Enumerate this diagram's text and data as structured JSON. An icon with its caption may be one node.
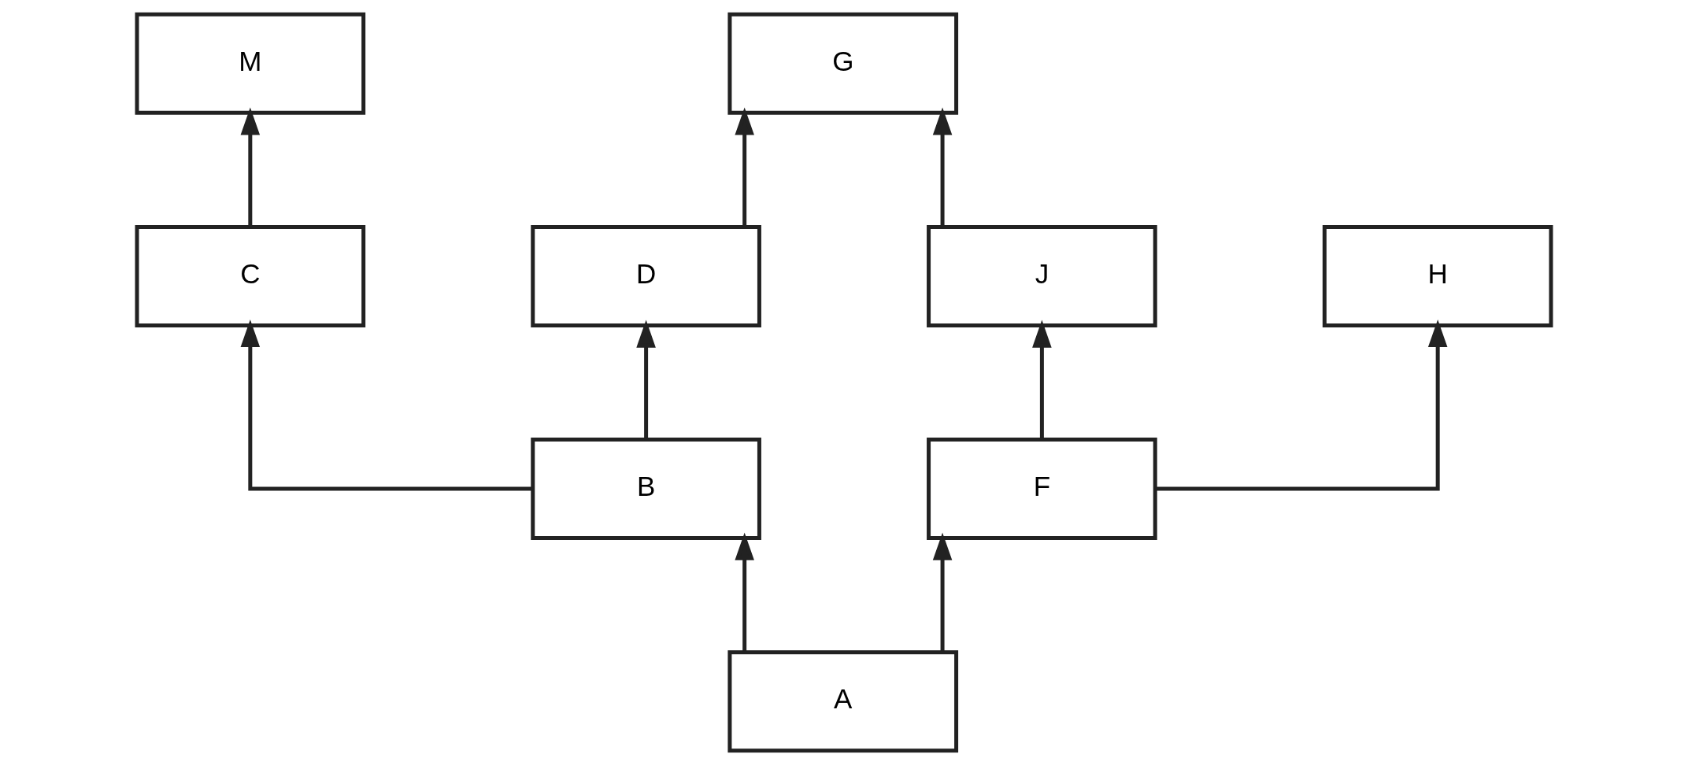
{
  "diagram": {
    "nodes": [
      {
        "text": [
          "M"
        ]
      },
      {
        "text": [
          "G"
        ]
      },
      {
        "text": [
          "C"
        ]
      },
      {
        "text": [
          "D"
        ]
      },
      {
        "text": [
          "J"
        ]
      },
      {
        "text": [
          "H"
        ]
      },
      {
        "text": [
          "B"
        ]
      },
      {
        "text": [
          "F"
        ]
      },
      {
        "text": [
          "A"
        ]
      }
    ],
    "edges": [
      {
        "from": 2,
        "to": 0,
        "arrow": "to"
      },
      {
        "from": 3,
        "to": 1,
        "arrow": "to"
      },
      {
        "from": 4,
        "to": 1,
        "arrow": "to"
      },
      {
        "from": 6,
        "to": 2,
        "arrow": "to"
      },
      {
        "from": 6,
        "to": 3,
        "arrow": "to"
      },
      {
        "from": 7,
        "to": 4,
        "arrow": "to"
      },
      {
        "from": 7,
        "to": 5,
        "arrow": "to"
      },
      {
        "from": 8,
        "to": 6,
        "arrow": "to"
      },
      {
        "from": 8,
        "to": 7,
        "arrow": "to"
      }
    ]
  }
}
